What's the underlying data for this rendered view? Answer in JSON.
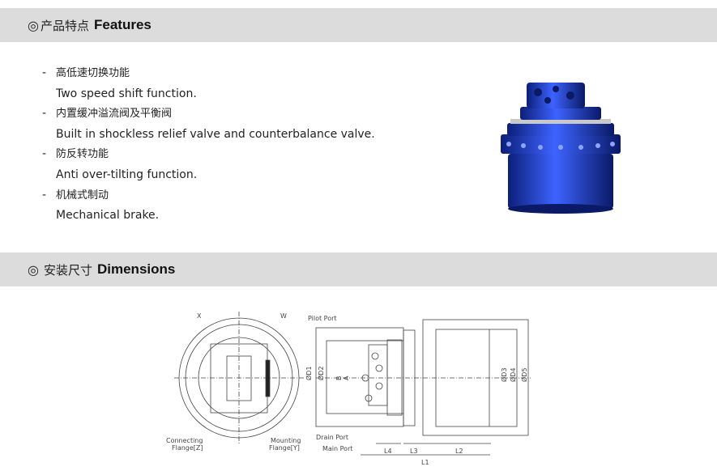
{
  "features_section": {
    "icon": "double-circle-icon",
    "symbol": "◎",
    "title_zh": "产品特点",
    "title_en": "Features"
  },
  "features": [
    {
      "zh": "高低速切换功能",
      "en": "Two speed shift function."
    },
    {
      "zh": "内置缓冲溢流阀及平衡阀",
      "en": "Built in shockless relief valve and counterbalance valve."
    },
    {
      "zh": "防反转功能",
      "en": "Anti over-tilting function."
    },
    {
      "zh": "机械式制动",
      "en": "Mechanical brake."
    }
  ],
  "bullet": "-",
  "dimensions_section": {
    "symbol": "◎",
    "title_zh": "安装尺寸",
    "title_en": "Dimensions"
  },
  "drawing": {
    "x": "X",
    "w": "W",
    "pilot_port": "Pilot Port",
    "drain_port": "Drain Port",
    "main_port": "Main Port",
    "connecting": "Connecting",
    "flange_z": "Flange[Z]",
    "mounting": "Mounting",
    "flange_y": "Flange[Y]",
    "d1": "ØD1",
    "d2": "ØD2",
    "d3": "ØD3",
    "d4": "ØD4",
    "d5": "ØD5",
    "a": "A",
    "b": "B",
    "l1": "L1",
    "l2": "L2",
    "l3": "L3",
    "l4": "L4"
  },
  "colors": {
    "header_bg": "#dcdcdc",
    "motor_blue": "#1f3fbf"
  }
}
